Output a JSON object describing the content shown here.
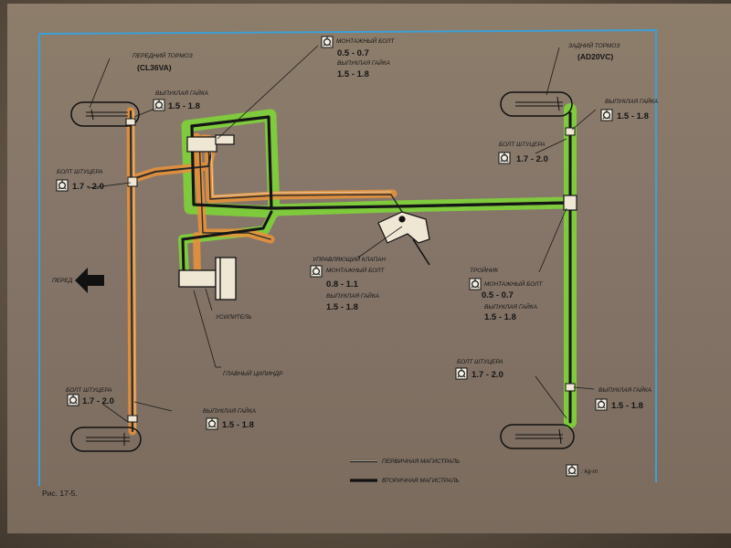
{
  "labels": {
    "front_brake_title": "ПЕРЕДНИЙ ТОРМОЗ",
    "front_brake_model": "(CL36VA)",
    "front_flare_nut_label": "ВЫПУКЛАЯ ГАЙКА",
    "front_flare_nut_value": "1.5 - 1.8",
    "front_union_bolt_label": "БОЛТ ШТУЦЕРА",
    "front_union_bolt_value": "1.7 - 2.0",
    "mount_bolt_top_label": "МОНТАЖНЫЙ БОЛТ",
    "mount_bolt_top_value": "0.5 - 0.7",
    "mount_flare_top_label": "ВЫПУКЛАЯ ГАЙКА",
    "mount_flare_top_value": "1.5 - 1.8",
    "rear_brake_title": "ЗАДНИЙ ТОРМОЗ",
    "rear_brake_model": "(AD20VC)",
    "rear_top_flare_label": "ВЫПУКЛАЯ ГАЙКА",
    "rear_top_flare_value": "1.5 - 1.8",
    "rear_union_bolt_label": "БОЛТ ШТУЦЕРА",
    "rear_union_bolt_value": "1.7 - 2.0",
    "front_arrow_label": "ПЕРЕД",
    "control_valve_label": "УПРАВЛЯЮЩИЙ КЛАПАН",
    "valve_mount_label": "МОНТАЖНЫЙ БОЛТ",
    "valve_mount_value": "0.8 - 1.1",
    "valve_flare_label": "ВЫПУКЛАЯ ГАЙКА",
    "valve_flare_value": "1.5 - 1.8",
    "tee_label": "ТРОЙНИК",
    "tee_mount_label": "МОНТАЖНЫЙ БОЛТ",
    "tee_mount_value": "0.5 - 0.7",
    "tee_flare_label": "ВЫПУКЛАЯ ГАЙКА",
    "tee_flare_value": "1.5 - 1.8",
    "booster_label": "УСИЛИТЕЛЬ",
    "master_cyl_label": "ГЛАВНЫЙ ЦИЛИНДР",
    "front_lower_union_label": "БОЛТ ШТУЦЕРА",
    "front_lower_union_value": "1.7 - 2.0",
    "front_lower_flare_label": "ВЫПУКЛАЯ ГАЙКА",
    "front_lower_flare_value": "1.5 - 1.8",
    "rear_lower_union_label": "БОЛТ ШТУЦЕРА",
    "rear_lower_union_value": "1.7 - 2.0",
    "rear_lower_flare_label": "ВЫПУКЛАЯ ГАЙКА",
    "rear_lower_flare_value": "1.5 - 1.8",
    "legend_primary": "ПЕРВИЧНАЯ МАГИСТРАЛЬ",
    "legend_secondary": "ВТОРИЧНАЯ МАГИСТРАЛЬ",
    "unit_label": ": kg-m",
    "figure_caption": "Рис. 17-5."
  },
  "colors": {
    "frame_blue": "#3d9fd6",
    "highlight_orange": "#e8923a",
    "highlight_green": "#7fd13a",
    "line_dark": "#1a1a1a"
  },
  "icons": [
    "torque-wrench-icon",
    "front-arrow-icon"
  ]
}
